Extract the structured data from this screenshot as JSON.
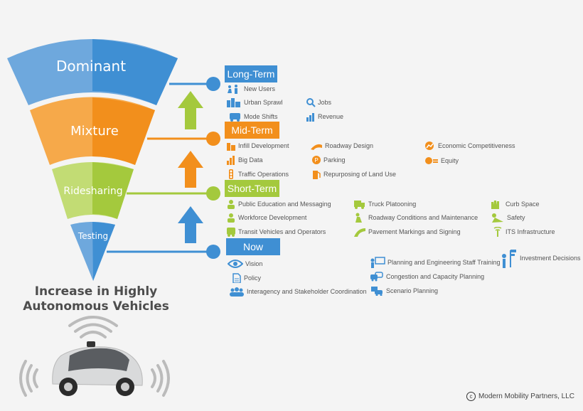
{
  "funnel": {
    "levels": [
      {
        "label": "Dominant",
        "color_left": "#6ea8dd",
        "color_right": "#3f8fd3"
      },
      {
        "label": "Mixture",
        "color_left": "#f6a94a",
        "color_right": "#f28f1c"
      },
      {
        "label": "Ridesharing",
        "color_left": "#c2dc74",
        "color_right": "#a4c93d"
      },
      {
        "label": "Testing",
        "color_left": "#6ea8dd",
        "color_right": "#3f8fd3"
      }
    ]
  },
  "headline": {
    "line1": "Increase in Highly",
    "line2": "Autonomous Vehicles"
  },
  "terms": {
    "long": {
      "label": "Long-Term",
      "color": "#3f8fd3"
    },
    "mid": {
      "label": "Mid-Term",
      "color": "#f28f1c"
    },
    "short": {
      "label": "Short-Term",
      "color": "#a4c93d"
    },
    "now": {
      "label": "Now",
      "color": "#3f8fd3"
    }
  },
  "long_term": {
    "items": [
      "New Users",
      "Urban Sprawl",
      "Mode Shifts",
      "Jobs",
      "Revenue"
    ]
  },
  "mid_term": {
    "items": [
      "Infill Development",
      "Big Data",
      "Traffic Operations",
      "Roadway Design",
      "Parking",
      "Repurposing of Land Use",
      "Economic Competitiveness",
      "Equity"
    ]
  },
  "short_term": {
    "items": [
      "Public Education and Messaging",
      "Workforce Development",
      "Transit Vehicles and Operators",
      "Truck Platooning",
      "Roadway Conditions and Maintenance",
      "Pavement Markings and Signing",
      "Curb Space",
      "Safety",
      "ITS Infrastructure"
    ]
  },
  "now": {
    "items": [
      "Vision",
      "Policy",
      "Interagency and Stakeholder Coordination",
      "Planning and Engineering Staff Training",
      "Congestion and Capacity Planning",
      "Scenario Planning",
      "Investment Decisions"
    ]
  },
  "copyright": "Modern Mobility Partners, LLC",
  "icon_color": "#3f8fd3"
}
